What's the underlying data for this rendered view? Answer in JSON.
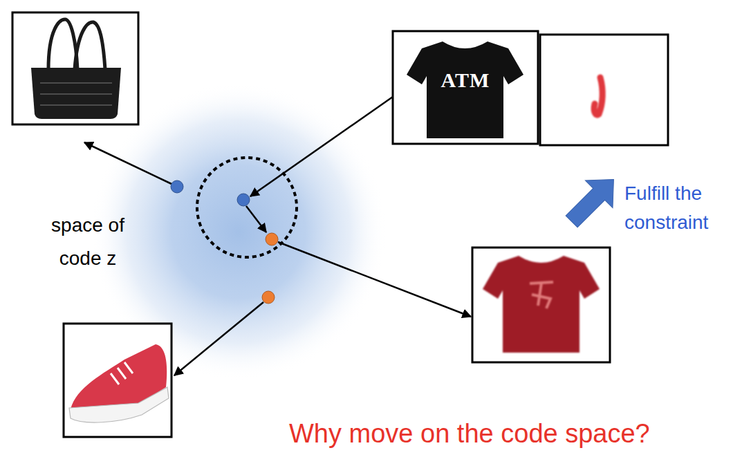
{
  "diagram": {
    "nodes": [
      {
        "text": [
          "space of code z"
        ]
      }
    ],
    "labels": [
      "ATM",
      "Fulfill the constraint",
      "Why move on the code space?"
    ]
  }
}
